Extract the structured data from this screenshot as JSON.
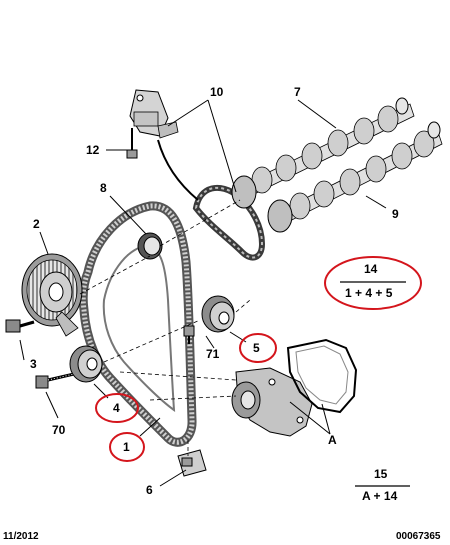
{
  "callouts": {
    "c1": "1",
    "c2": "2",
    "c3": "3",
    "c4": "4",
    "c5": "5",
    "c6": "6",
    "c7": "7",
    "c8": "8",
    "c9": "9",
    "c10": "10",
    "c12": "12",
    "c70": "70",
    "c71": "71",
    "cA": "A"
  },
  "kits": {
    "k14_top": "14",
    "k14_bottom": "1 + 4 + 5",
    "k15_top": "15",
    "k15_bottom": "A + 14"
  },
  "footer": {
    "date": "11/2012",
    "ref": "00067365"
  },
  "colors": {
    "highlight": "#d4151c",
    "line": "#000000",
    "part_fill": "#d9d9d9"
  }
}
